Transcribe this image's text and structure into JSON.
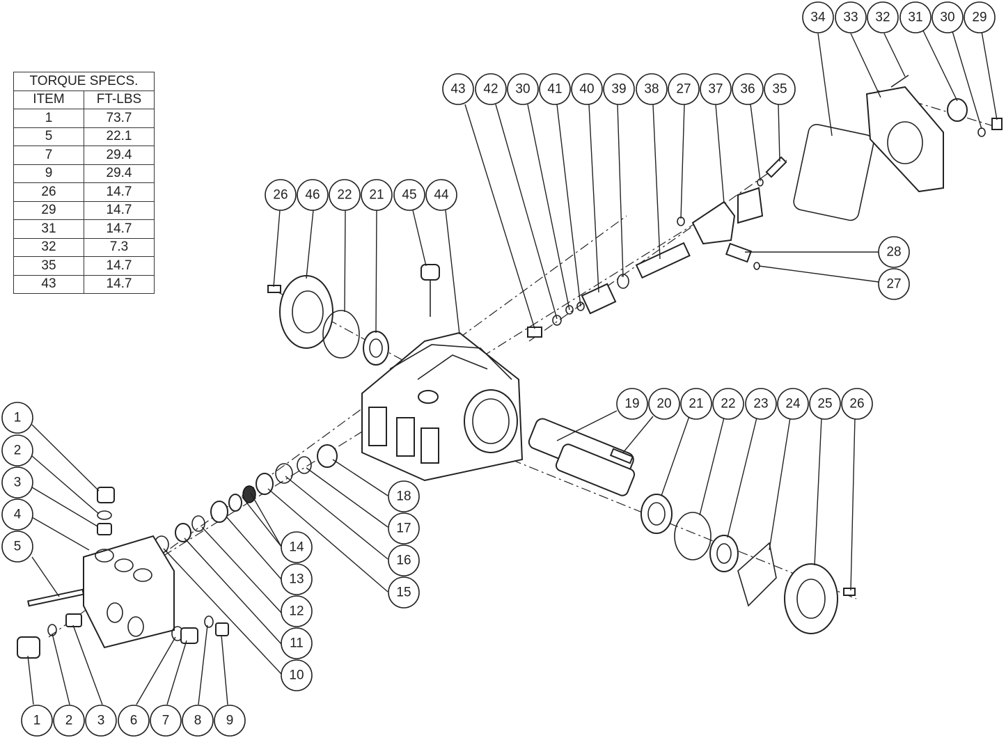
{
  "torque_table": {
    "title": "TORQUE SPECS.",
    "headers": [
      "ITEM",
      "FT-LBS"
    ],
    "rows": [
      {
        "item": "1",
        "ftlbs": "73.7"
      },
      {
        "item": "5",
        "ftlbs": "22.1"
      },
      {
        "item": "7",
        "ftlbs": "29.4"
      },
      {
        "item": "9",
        "ftlbs": "29.4"
      },
      {
        "item": "26",
        "ftlbs": "14.7"
      },
      {
        "item": "29",
        "ftlbs": "14.7"
      },
      {
        "item": "31",
        "ftlbs": "14.7"
      },
      {
        "item": "32",
        "ftlbs": "7.3"
      },
      {
        "item": "35",
        "ftlbs": "14.7"
      },
      {
        "item": "43",
        "ftlbs": "14.7"
      }
    ]
  },
  "callouts": {
    "c_top_34": "34",
    "c_top_33": "33",
    "c_top_32": "32",
    "c_top_31": "31",
    "c_top_30": "30",
    "c_top_29": "29",
    "c_row_43": "43",
    "c_row_42": "42",
    "c_row_30": "30",
    "c_row_41": "41",
    "c_row_40": "40",
    "c_row_39": "39",
    "c_row_38": "38",
    "c_row_27": "27",
    "c_row_37": "37",
    "c_row_36": "36",
    "c_row_35": "35",
    "c_r_28": "28",
    "c_r_27": "27",
    "c_cov_26": "26",
    "c_cov_46": "46",
    "c_cov_22": "22",
    "c_cov_21": "21",
    "c_cov_45": "45",
    "c_cov_44": "44",
    "c_sh_19": "19",
    "c_sh_20": "20",
    "c_sh_21": "21",
    "c_sh_22": "22",
    "c_sh_23": "23",
    "c_sh_24": "24",
    "c_sh_25": "25",
    "c_sh_26": "26",
    "c_l_1": "1",
    "c_l_2": "2",
    "c_l_3": "3",
    "c_l_4": "4",
    "c_l_5": "5",
    "c_v_18": "18",
    "c_v_17": "17",
    "c_v_14": "14",
    "c_v_16": "16",
    "c_v_13": "13",
    "c_v_15": "15",
    "c_v_12": "12",
    "c_v_11": "11",
    "c_v_10": "10",
    "c_b_1": "1",
    "c_b_2": "2",
    "c_b_3": "3",
    "c_b_6": "6",
    "c_b_7": "7",
    "c_b_8": "8",
    "c_b_9": "9"
  }
}
